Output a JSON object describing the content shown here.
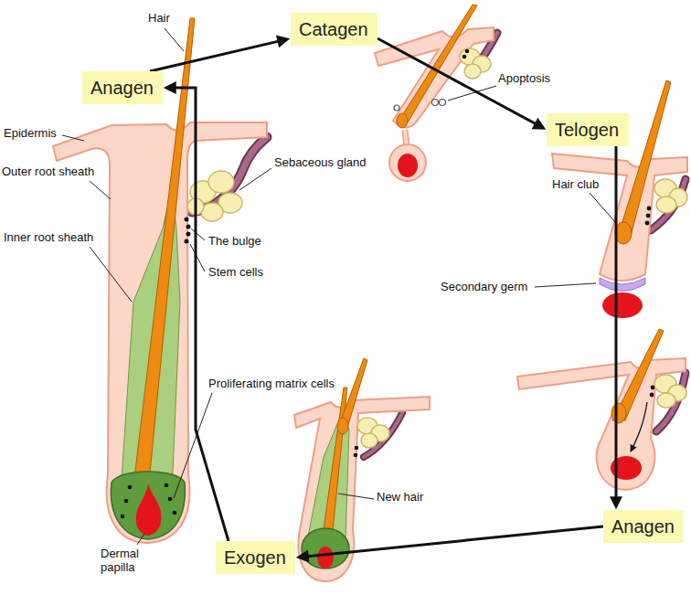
{
  "diagram": {
    "nodes": [
      {
        "text": [
          "Anagen"
        ]
      },
      {
        "text": [
          "Catagen"
        ]
      },
      {
        "text": [
          "Telogen"
        ]
      },
      {
        "text": [
          "Anagen"
        ]
      },
      {
        "text": [
          "Exogen"
        ]
      }
    ],
    "edges": [
      {
        "from": 0,
        "to": 1,
        "arrow": "to"
      },
      {
        "from": 1,
        "to": 2,
        "arrow": "to"
      },
      {
        "from": 2,
        "to": 3,
        "arrow": "to"
      },
      {
        "from": 3,
        "to": 4,
        "arrow": "to"
      },
      {
        "from": 4,
        "to": 0,
        "arrow": "to"
      }
    ],
    "labels": [
      "Hair",
      "Epidermis",
      "Outer root sheath",
      "Inner root sheath",
      "Sebaceous gland",
      "The bulge",
      "Stem cells",
      "Proliferating matrix cells",
      "Dermal papilla",
      "Apoptosis",
      "Hair club",
      "Secondary germ",
      "New hair"
    ]
  }
}
